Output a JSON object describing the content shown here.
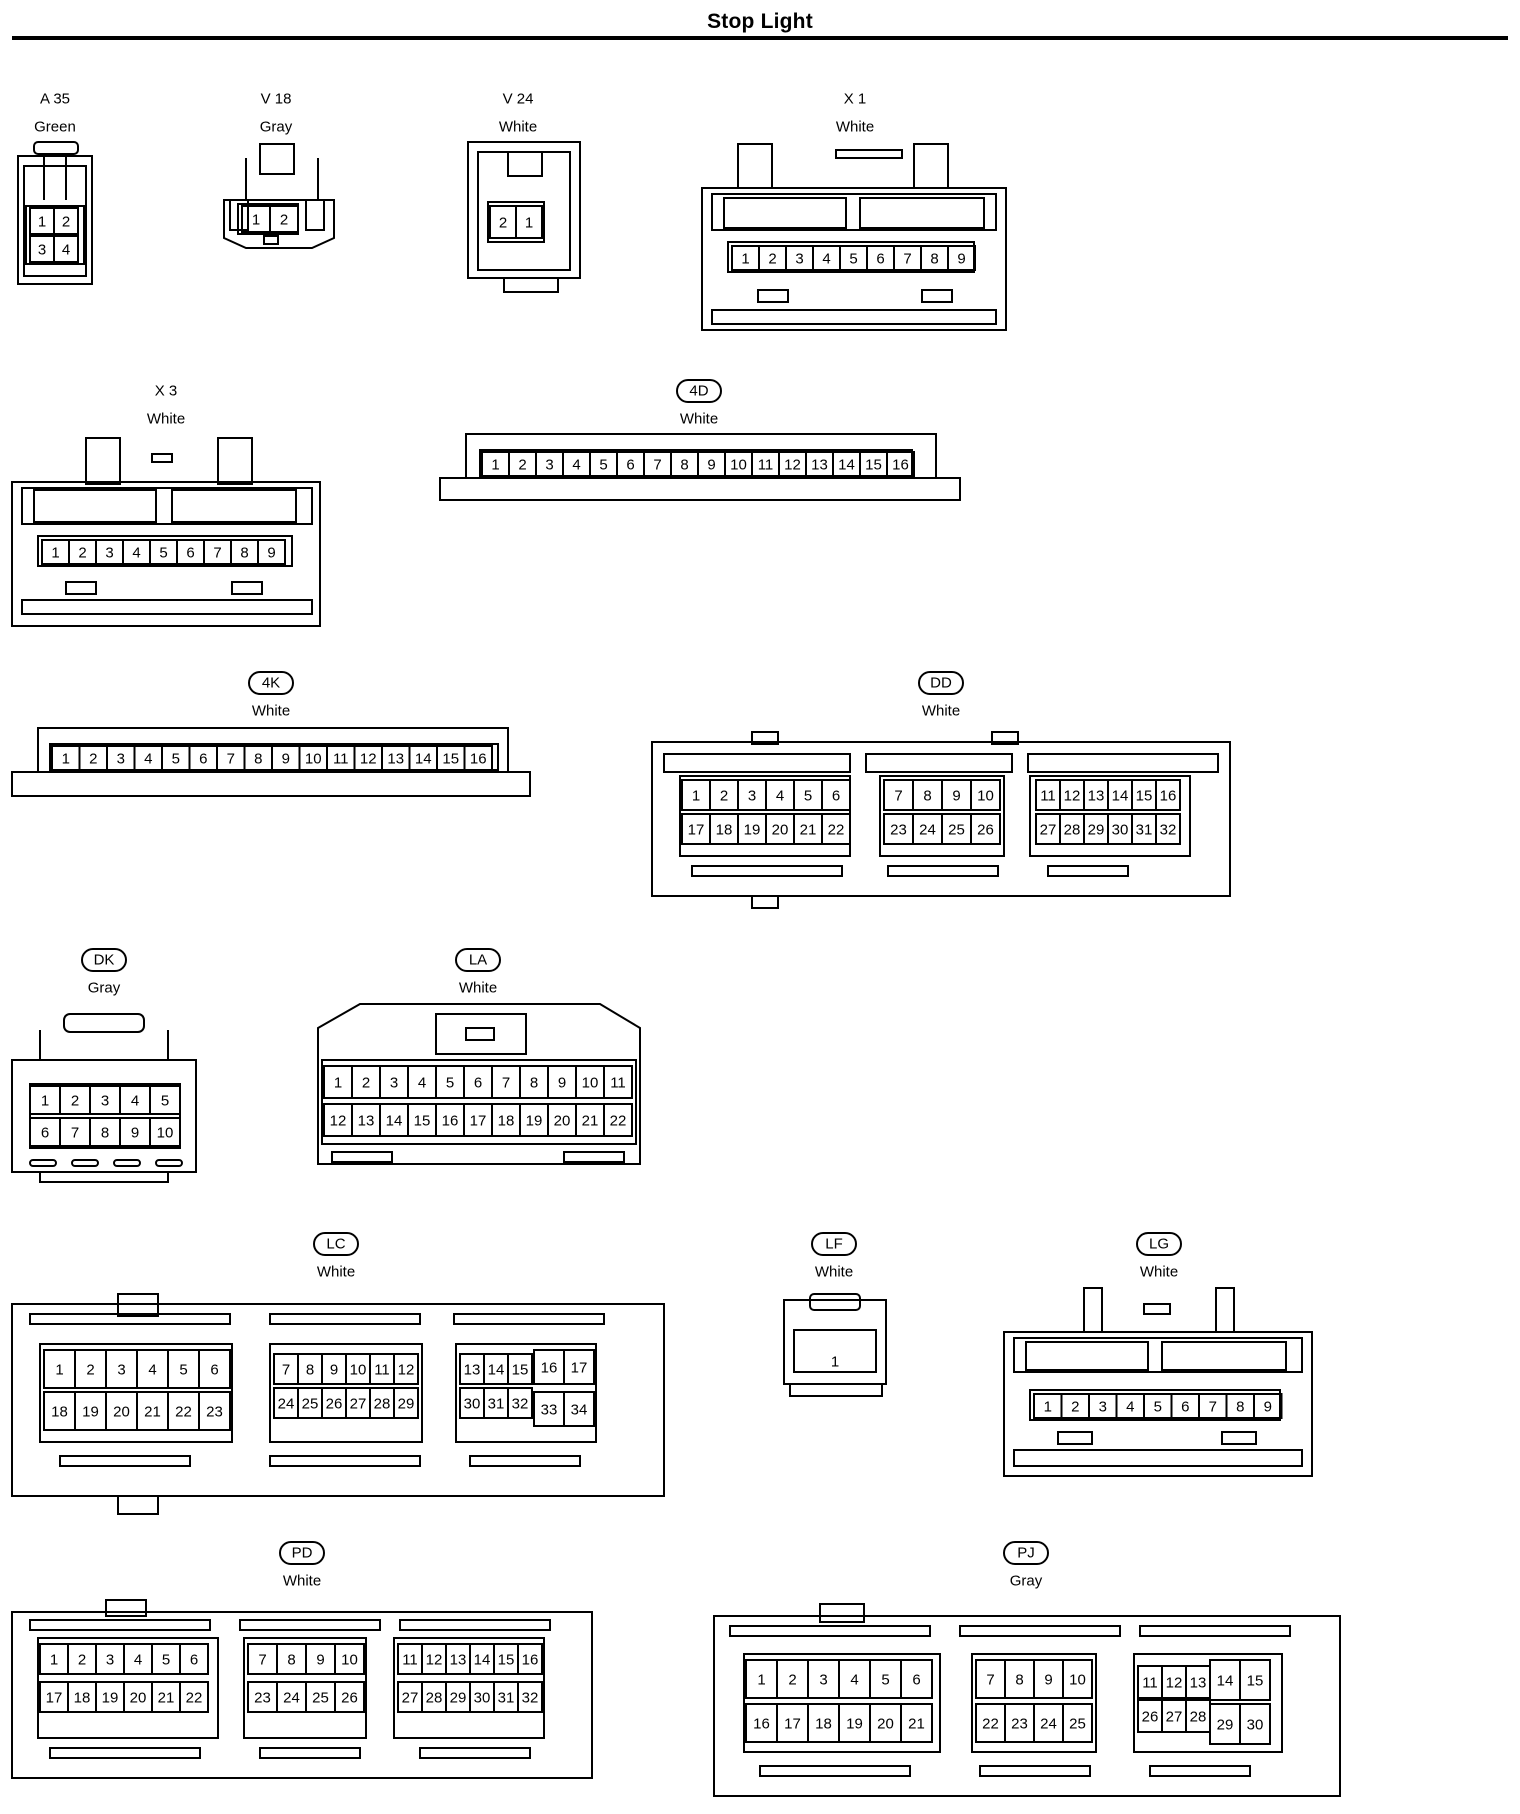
{
  "title": "Stop Light",
  "connectors": [
    {
      "key": "A35",
      "label": "A 35",
      "oval": false,
      "color": "Green"
    },
    {
      "key": "V18",
      "label": "V 18",
      "oval": false,
      "color": "Gray"
    },
    {
      "key": "V24",
      "label": "V 24",
      "oval": false,
      "color": "White"
    },
    {
      "key": "X1",
      "label": "X 1",
      "oval": false,
      "color": "White"
    },
    {
      "key": "X3",
      "label": "X 3",
      "oval": false,
      "color": "White"
    },
    {
      "key": "4D",
      "label": "4D",
      "oval": true,
      "color": "White"
    },
    {
      "key": "4K",
      "label": "4K",
      "oval": true,
      "color": "White"
    },
    {
      "key": "DD",
      "label": "DD",
      "oval": true,
      "color": "White"
    },
    {
      "key": "DK",
      "label": "DK",
      "oval": true,
      "color": "Gray"
    },
    {
      "key": "LA",
      "label": "LA",
      "oval": true,
      "color": "White"
    },
    {
      "key": "LC",
      "label": "LC",
      "oval": true,
      "color": "White"
    },
    {
      "key": "LF",
      "label": "LF",
      "oval": true,
      "color": "White"
    },
    {
      "key": "LG",
      "label": "LG",
      "oval": true,
      "color": "White"
    },
    {
      "key": "PD",
      "label": "PD",
      "oval": true,
      "color": "White"
    },
    {
      "key": "PJ",
      "label": "PJ",
      "oval": true,
      "color": "Gray"
    }
  ]
}
